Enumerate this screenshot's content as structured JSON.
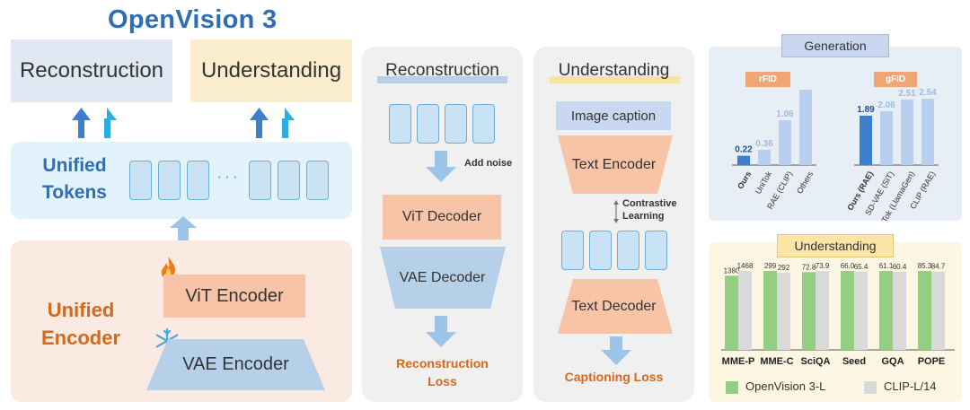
{
  "title": "OpenVision 3",
  "left": {
    "top_boxes": [
      "Reconstruction",
      "Understanding"
    ],
    "unified_tokens_lines": [
      "Unified",
      "Tokens"
    ],
    "dots": "···",
    "unified_encoder_lines": [
      "Unified",
      "Encoder"
    ],
    "vit_encoder": "ViT Encoder",
    "vae_encoder": "VAE Encoder"
  },
  "reconstruction_panel": {
    "title": "Reconstruction",
    "add_noise": "Add noise",
    "vit_decoder": "ViT Decoder",
    "vae_decoder": "VAE Decoder",
    "loss_lines": [
      "Reconstruction",
      "Loss"
    ]
  },
  "understanding_panel": {
    "title": "Understanding",
    "image_caption": "Image caption",
    "text_encoder": "Text Encoder",
    "contrastive_lines": [
      "Contrastive",
      "Learning"
    ],
    "text_decoder": "Text Decoder",
    "loss": "Captioning Loss"
  },
  "chart_data": [
    {
      "type": "bar",
      "title": "Generation",
      "subtitle": "rFID",
      "categories": [
        "Ours",
        "UniTok",
        "RAE (CLIP)",
        "Others"
      ],
      "values": [
        0.22,
        0.36,
        1.06,
        null
      ],
      "value_labels": [
        "0.22",
        "0.36",
        "1.06",
        ""
      ],
      "highlight": "Ours",
      "colors": {
        "ours": "#3d7fcf",
        "other": "#b8cff0",
        "label_ours": "#1f4f9a",
        "label_other": "#9fb9e0"
      }
    },
    {
      "type": "bar",
      "subtitle": "gFID",
      "categories": [
        "Ours (RAE)",
        "SD-VAE (SiT)",
        "UniTok (LlamaGen)",
        "CLIP (RAE)"
      ],
      "values": [
        1.89,
        2.06,
        2.51,
        2.54
      ],
      "value_labels": [
        "1.89",
        "2.06",
        "2.51",
        "2.54"
      ],
      "highlight": "Ours (RAE)"
    },
    {
      "type": "bar",
      "title": "Understanding",
      "categories": [
        "MME-P",
        "MME-C",
        "SciQA",
        "Seed",
        "GQA",
        "POPE"
      ],
      "series": [
        {
          "name": "OpenVision 3-L",
          "values": [
            1380,
            299,
            72.8,
            66.0,
            61.1,
            85.3
          ],
          "labels": [
            "1380",
            "299",
            "72.8",
            "66.0",
            "61.1",
            "85.3"
          ],
          "color": "#93cf80"
        },
        {
          "name": "CLIP-L/14",
          "values": [
            1468,
            292,
            73.9,
            65.4,
            60.4,
            84.7
          ],
          "labels": [
            "1468",
            "292",
            "73.9",
            "65.4",
            "60.4",
            "84.7"
          ],
          "color": "#d9d9d9"
        }
      ]
    }
  ],
  "colors": {
    "title_blue": "#2f6db5",
    "accent_orange": "#d2691e",
    "arrow_blue_dark": "#3d7fcf",
    "arrow_blue_light": "#29aee3",
    "arrow_blue_soft": "#9cc3e8",
    "token_fill": "#c9e3f4",
    "token_border": "#6aaed6",
    "decoder_fill": "#b7d0ea",
    "text_decoder_fill": "#f7c4a8",
    "flame": "fire-icon",
    "snow": "snowflake-icon"
  }
}
